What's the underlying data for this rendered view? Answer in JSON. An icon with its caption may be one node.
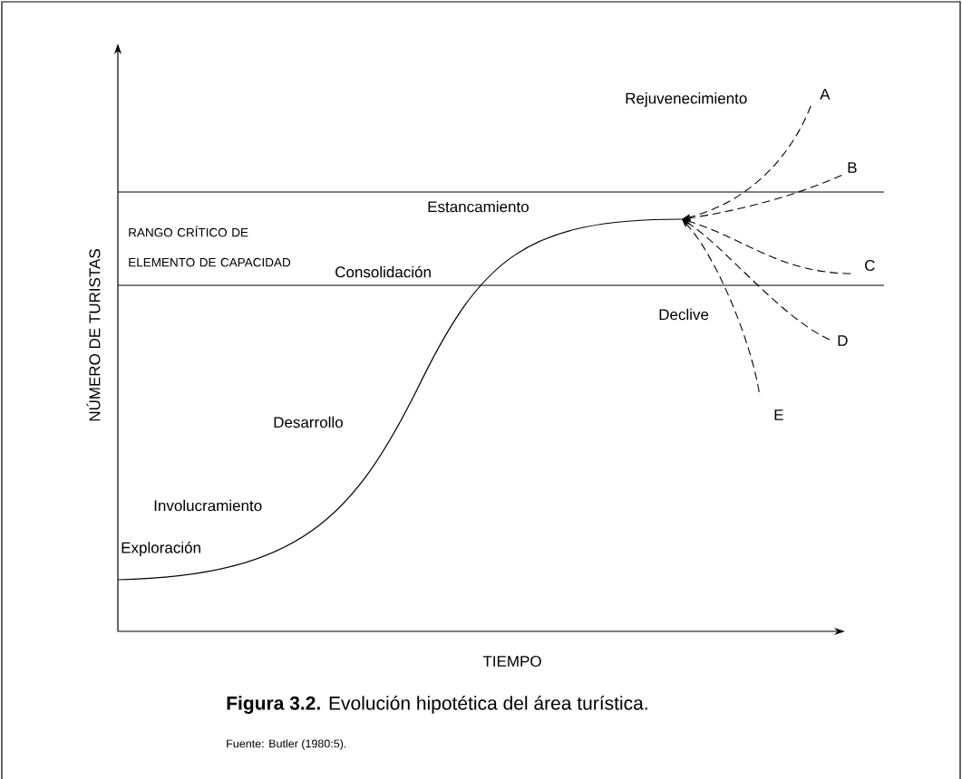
{
  "diagram": {
    "caption": "**Figura 3.2.** Evolución hipotética del área turística.",
    "labels": [
      "Rejuvenecimiento",
      "A",
      "B",
      "RANGO CRÍTICO DE ELEMENTO DE CAPACIDAD",
      "Estancamiento",
      "C",
      "Consolidación",
      "Declive",
      "D",
      "E",
      "Desarrollo",
      "Involucramiento",
      "Exploración",
      "NÚMERO DE TURISTAS",
      "TIEMPO",
      "Fuente: Butler (1980:5)."
    ]
  }
}
